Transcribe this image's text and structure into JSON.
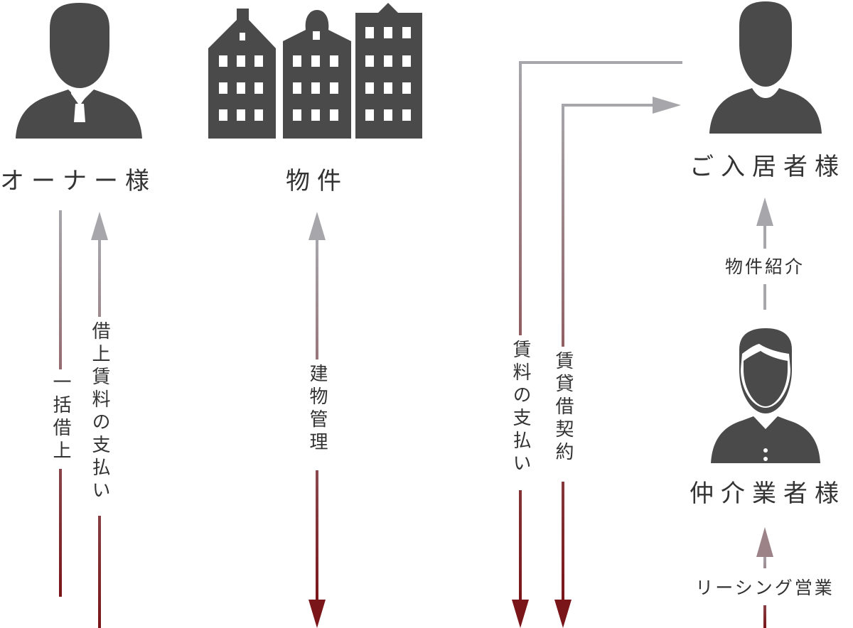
{
  "nodes": {
    "owner": "オーナー様",
    "property": "物件",
    "resident": "ご入居者様",
    "agent": "仲介業者様"
  },
  "flows": {
    "bulk_lease": "一括借上",
    "lease_payment": "借上賃料の支払い",
    "building_management": "建物管理",
    "rent_payment": "賃料の支払い",
    "rental_contract": "賃貸借契約",
    "property_introduction": "物件紹介",
    "leasing_sales": "リーシング営業"
  },
  "colors": {
    "icon": "#4a4a4a",
    "arrow_gray": "#a6a6ab",
    "arrow_red": "#7a1519"
  },
  "icons": {
    "owner": "businessman-icon",
    "property": "buildings-icon",
    "resident": "person-silhouette-icon",
    "agent": "businessman-face-icon"
  }
}
